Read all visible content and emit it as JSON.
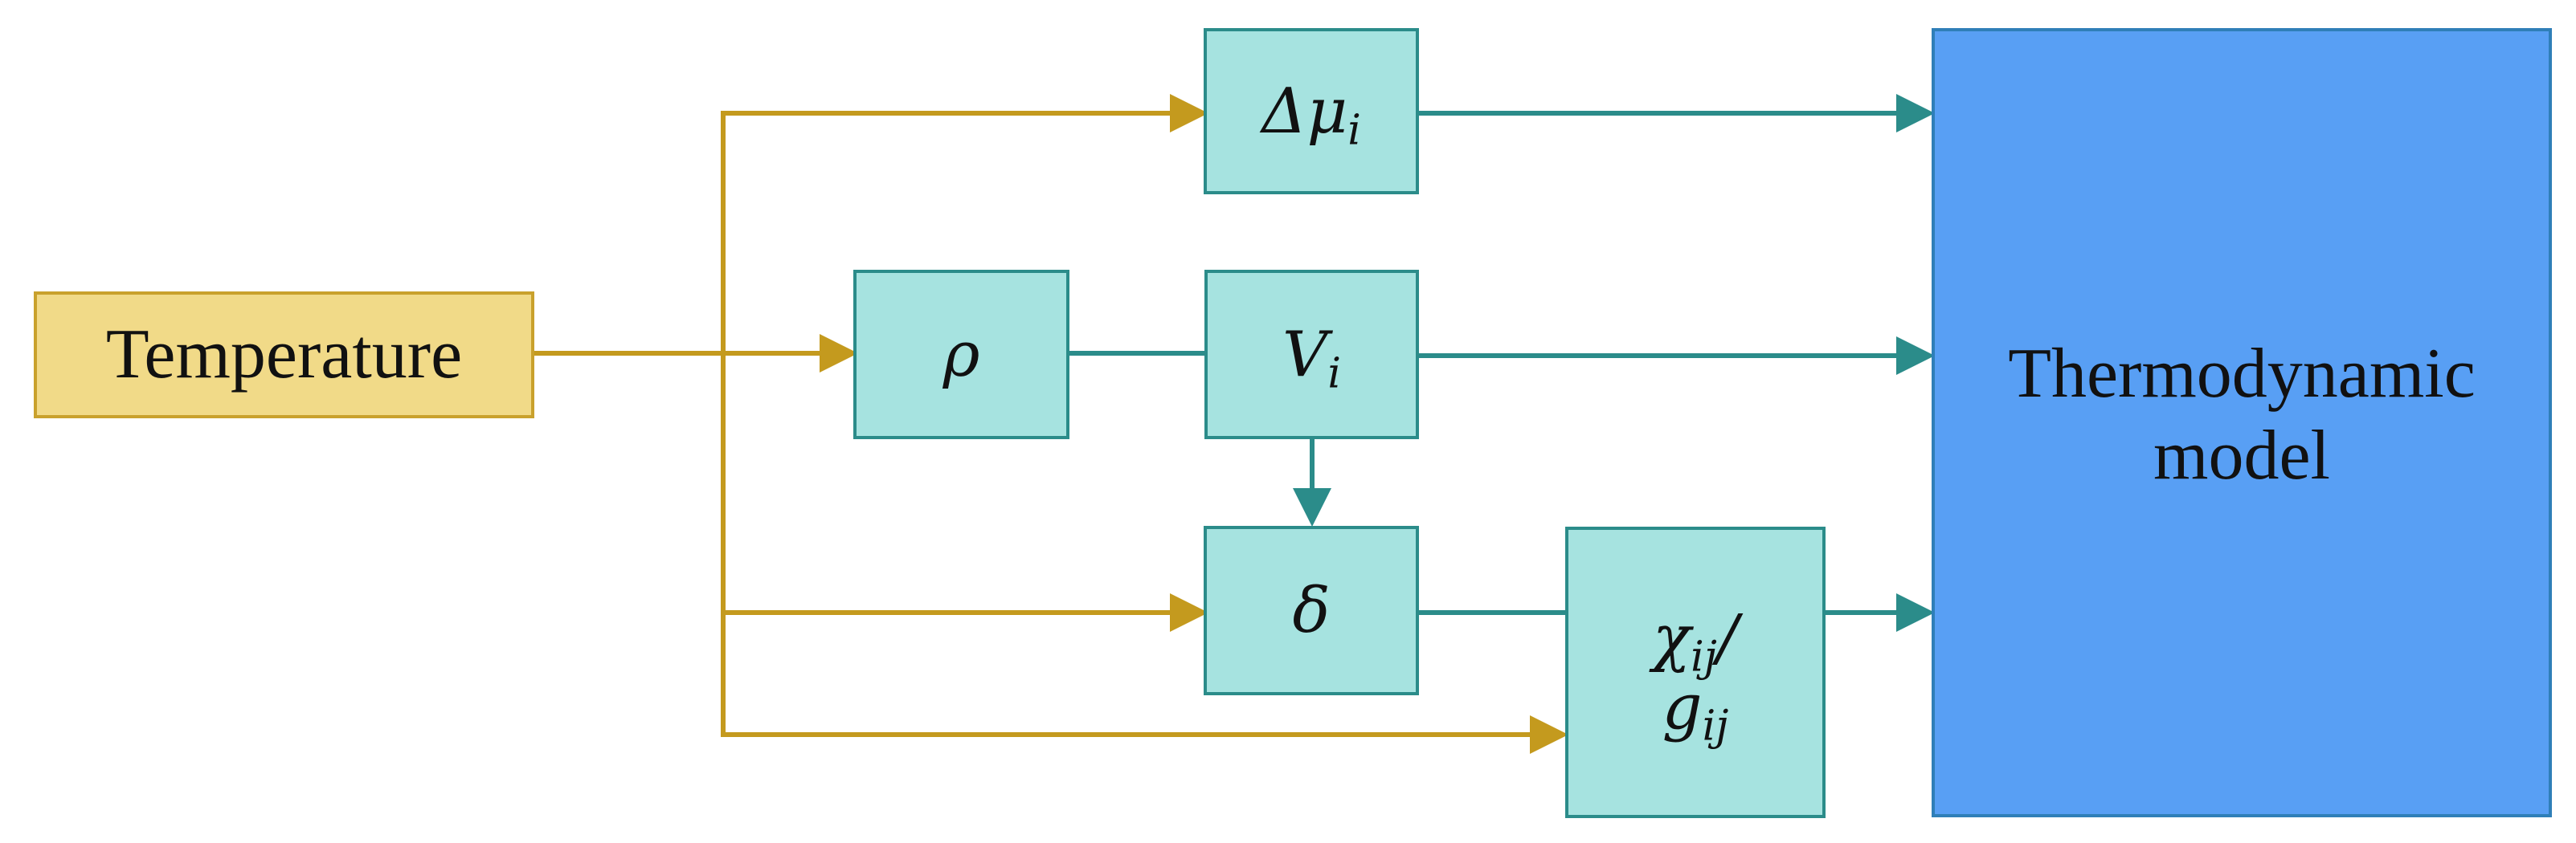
{
  "input": {
    "label": "Temperature"
  },
  "parameters": {
    "rho": {
      "symbol": "ρ"
    },
    "delta_mu": {
      "symbol": "Δμ",
      "subscript": "i"
    },
    "volume": {
      "symbol": "V",
      "subscript": "i"
    },
    "delta": {
      "symbol": "δ"
    },
    "chi": {
      "symbol": "χ",
      "subscript": "ij",
      "suffix": "/"
    },
    "g": {
      "symbol": "g",
      "subscript": "ij"
    }
  },
  "output": {
    "line1": "Thermodynamic",
    "line2": "model"
  },
  "colors": {
    "input_fill": "#f1da88",
    "input_border": "#c9a12c",
    "param_fill": "#a6e3e0",
    "param_border": "#2b8c8a",
    "model_fill": "#589ff4",
    "gold_arrow": "#c49a1e",
    "teal_arrow": "#2b8c8a"
  }
}
